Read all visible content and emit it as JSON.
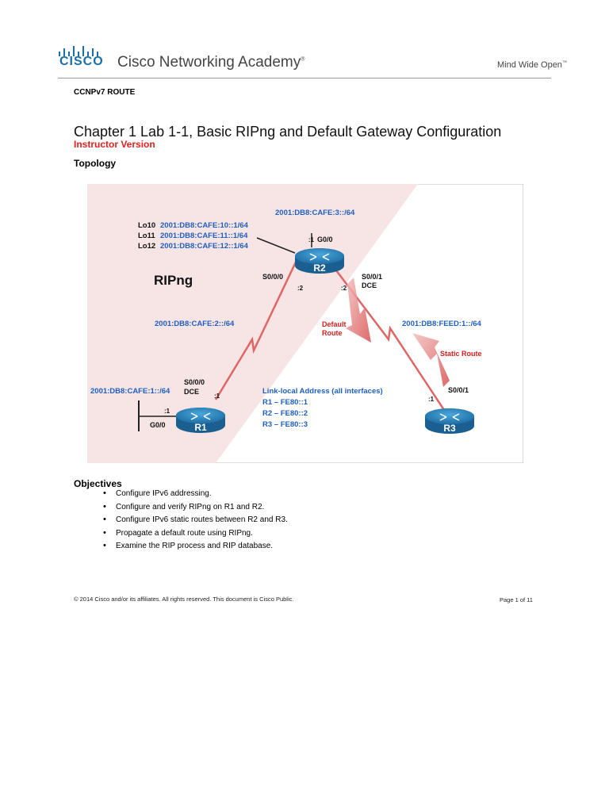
{
  "header": {
    "brand_name": "CISCO",
    "academy": "Cisco Networking Academy",
    "trademark": "®",
    "tagline": "Mind Wide Open",
    "tagline_tm": "™"
  },
  "course": "CCNPv7 ROUTE",
  "title": "Chapter 1 Lab 1-1, Basic RIPng and Default Gateway Configuration",
  "subtitle": "Instructor Version",
  "topology_heading": "Topology",
  "topology": {
    "rip_label": "RIPng",
    "loopbacks": [
      {
        "name": "Lo10",
        "addr": "2001:DB8:CAFE:10::1/64"
      },
      {
        "name": "Lo11",
        "addr": "2001:DB8:CAFE:11::1/64"
      },
      {
        "name": "Lo12",
        "addr": "2001:DB8:CAFE:12::1/64"
      }
    ],
    "r2_lan_net": "2001:DB8:CAFE:3::/64",
    "r2_g0_host": ":1",
    "r2_g0_name": "G0/0",
    "r2_s000": "S0/0/0",
    "r2_s000_host": ":2",
    "r2_s001": "S0/0/1",
    "r2_s001_dce": "DCE",
    "r2_s001_host": ":2",
    "r1r2_net": "2001:DB8:CAFE:2::/64",
    "r2r3_net": "2001:DB8:FEED:1::/64",
    "default_route_l1": "Default",
    "default_route_l2": "Route",
    "static_route": "Static Route",
    "r1_lan_net": "2001:DB8:CAFE:1::/64",
    "r1_s000": "S0/0/0",
    "r1_s000_dce": "DCE",
    "r1_s000_host": ":1",
    "r1_g0_host": ":1",
    "r1_g0_name": "G0/0",
    "link_local_title": "Link-local Address (all interfaces)",
    "link_local": [
      "R1 – FE80::1",
      "R2 – FE80::2",
      "R3 – FE80::3"
    ],
    "r3_s001": "S0/0/1",
    "r3_s001_host": ":1",
    "routers": [
      "R1",
      "R2",
      "R3"
    ]
  },
  "objectives_heading": "Objectives",
  "objectives": [
    "Configure IPv6 addressing.",
    "Configure and verify RIPng on R1 and R2.",
    "Configure IPv6 static routes between R2 and R3.",
    "Propagate a default route using RIPng.",
    "Examine the RIP process and RIP database."
  ],
  "footer": {
    "copyright": "© 2014 Cisco and/or its affiliates. All rights reserved. This document is Cisco Public.",
    "page": "Page 1 of 11"
  },
  "colors": {
    "cisco_blue": "#1b6fa8",
    "instructor_red": "#e0201c",
    "address_blue": "#1f5fbf",
    "rip_area": "#f7e4e4",
    "link_red": "#e05050",
    "router_blue": "#2a86bd"
  }
}
